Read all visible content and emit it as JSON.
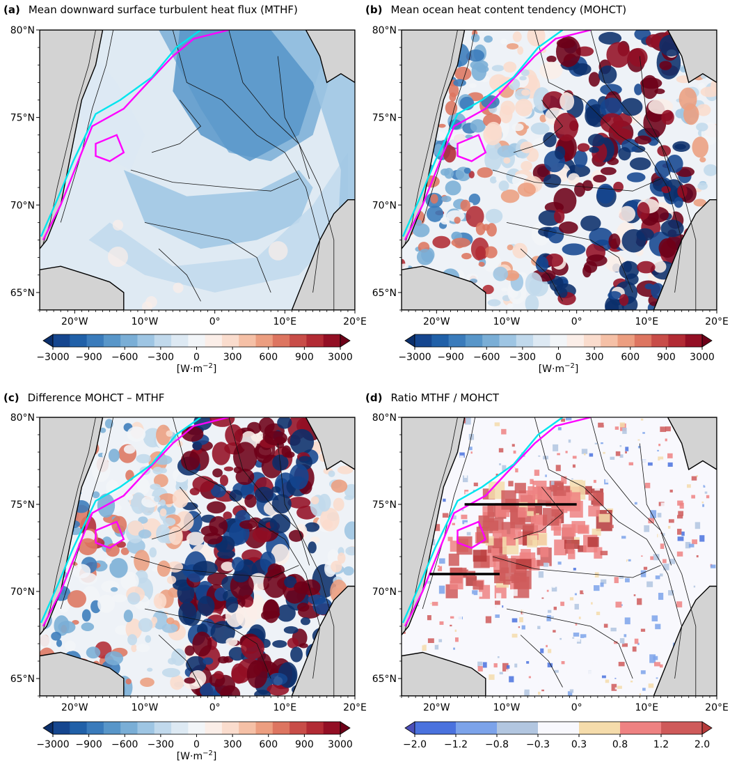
{
  "panels": [
    {
      "id": "a",
      "tag": "(a)",
      "title": "Mean downward surface turbulent heat flux (MTHF)",
      "field": "mthf",
      "colorbar": {
        "ticks": [
          "−3000",
          "−900",
          "−600",
          "−300",
          "0",
          "300",
          "600",
          "900",
          "3000"
        ],
        "unit": "[W·m",
        "unit_sup": "−2",
        "unit_close": "]",
        "scheme": "rdbu"
      }
    },
    {
      "id": "b",
      "tag": "(b)",
      "title": "Mean ocean heat content tendency (MOHCT)",
      "field": "mohct",
      "colorbar": {
        "ticks": [
          "−3000",
          "−900",
          "−600",
          "−300",
          "0",
          "300",
          "600",
          "900",
          "3000"
        ],
        "unit": "[W·m",
        "unit_sup": "−2",
        "unit_close": "]",
        "scheme": "rdbu"
      }
    },
    {
      "id": "c",
      "tag": "(c)",
      "title": "Difference MOHCT – MTHF",
      "field": "diff",
      "colorbar": {
        "ticks": [
          "−3000",
          "−900",
          "−600",
          "−300",
          "0",
          "300",
          "600",
          "900",
          "3000"
        ],
        "unit": "[W·m",
        "unit_sup": "−2",
        "unit_close": "]",
        "scheme": "rdbu"
      }
    },
    {
      "id": "d",
      "tag": "(d)",
      "title": "Ratio MTHF / MOHCT",
      "field": "ratio",
      "colorbar": {
        "ticks": [
          "−2.0",
          "−1.2",
          "−0.8",
          "−0.3",
          "0.3",
          "0.8",
          "1.2",
          "2.0"
        ],
        "unit": "",
        "unit_sup": "",
        "unit_close": "",
        "scheme": "ratio"
      }
    }
  ],
  "axes": {
    "lat_labels": [
      "65°N",
      "70°N",
      "75°N",
      "80°N"
    ],
    "lon_labels": [
      "20°W",
      "10°W",
      "0°",
      "10°E",
      "20°E"
    ],
    "lat_values": [
      65,
      70,
      75,
      80
    ],
    "lon_values": [
      -20,
      -10,
      0,
      10,
      20
    ],
    "lon_range": [
      -25,
      20
    ],
    "lat_range": [
      64,
      80
    ]
  },
  "colors": {
    "land": "#d3d3d3",
    "front_magenta": "#ff00ff",
    "front_cyan": "#00e5ee",
    "rdbu": [
      "#0b2f6b",
      "#15468f",
      "#2060a8",
      "#3a7bbb",
      "#5896c9",
      "#7aaed6",
      "#9ec5e3",
      "#c1d9ec",
      "#dde9f3",
      "#f2f5f8",
      "#fbeee8",
      "#fadccd",
      "#f5c0a6",
      "#ec9e80",
      "#dd7560",
      "#c84d48",
      "#b22b34",
      "#930f24",
      "#6d0018"
    ],
    "ratio": [
      "#4b4fb8",
      "#4a72de",
      "#7ca3ea",
      "#b2c6e0",
      "#f8f8fd",
      "#f5dcab",
      "#ee8282",
      "#cf5a5a",
      "#b63a3a"
    ]
  },
  "transects": [
    {
      "lat": 75,
      "lon0": -16,
      "lon1": 0
    },
    {
      "lat": 71,
      "lon0": -21,
      "lon1": -11
    }
  ]
}
